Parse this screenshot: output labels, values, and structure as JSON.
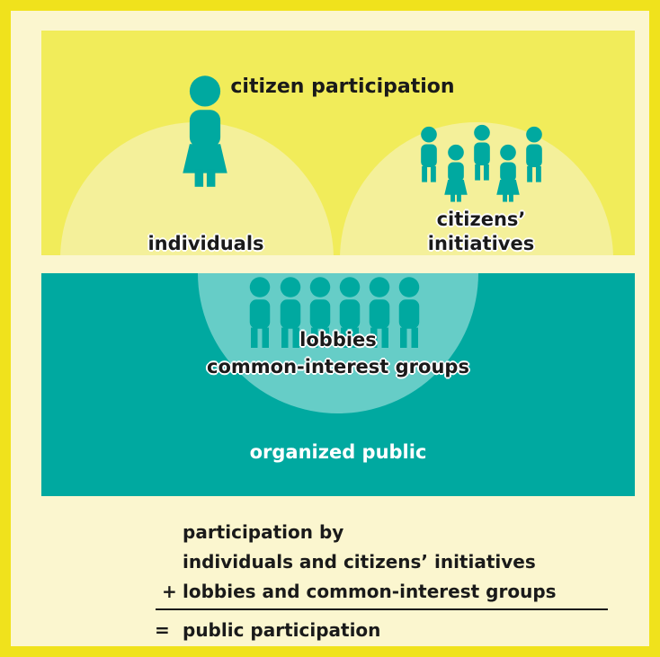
{
  "labels": {
    "citizen_participation": "citizen participation",
    "individuals": "individuals",
    "citizens_initiatives_1": "citizens’",
    "citizens_initiatives_2": "initiatives",
    "lobbies": "lobbies",
    "common_interest_groups": "common-interest groups",
    "organized_public": "organized public"
  },
  "equation": {
    "line1": "participation by",
    "line2": "individuals and citizens’ initiatives",
    "plus_sign": "+",
    "line3": "lobbies and common-interest groups",
    "equals_sign": "=",
    "result": "public participation"
  },
  "colors": {
    "border_yellow": "#f0e21c",
    "background_cream": "#fbf6cf",
    "citizen_band": "#f1ec5a",
    "circle_light": "#f4f09a",
    "organized_teal": "#00a9a0",
    "lobby_circle": "#66cdc7",
    "figure_teal": "#00a9a0"
  },
  "icons": [
    "person-icon"
  ]
}
